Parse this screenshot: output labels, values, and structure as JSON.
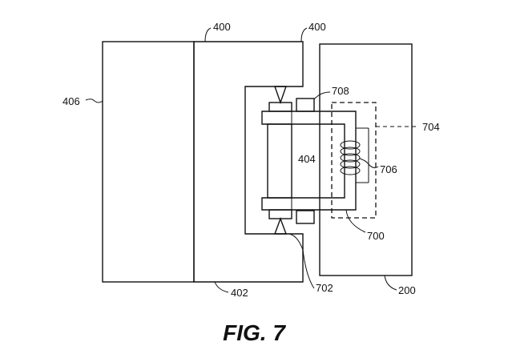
{
  "figure": {
    "caption": "FIG. 7",
    "labels": {
      "r400a": "400",
      "r400b": "400",
      "r406": "406",
      "r708": "708",
      "r704": "704",
      "r404": "404",
      "r706": "706",
      "r700": "700",
      "r402": "402",
      "r702": "702",
      "r200": "200"
    }
  }
}
